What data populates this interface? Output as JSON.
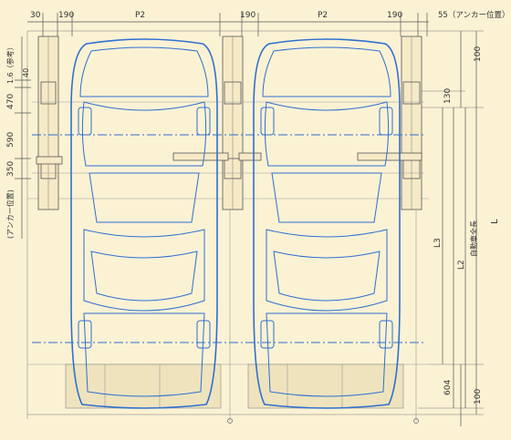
{
  "top_dims": {
    "d30": "30",
    "d190a": "190",
    "p2a": "P2",
    "d190b": "190",
    "p2b": "P2",
    "d190c": "190",
    "anchor_right": "55（アンカー位置）"
  },
  "left_dims": {
    "ref": "1.6（参考）",
    "d40": "40",
    "d470": "470",
    "d590": "590",
    "d350": "350",
    "anchor_left": "(アンカー位置)"
  },
  "right_dims": {
    "d100_top": "100",
    "d130": "130",
    "l3": "L3",
    "l2": "L2",
    "l": "L",
    "car_length": "自動車全長",
    "d604": "604",
    "d100_bottom": "100"
  },
  "colors": {
    "background": "#fbf2d4",
    "car_outline": "#2f6fd0",
    "dimension_line": "#555555"
  }
}
